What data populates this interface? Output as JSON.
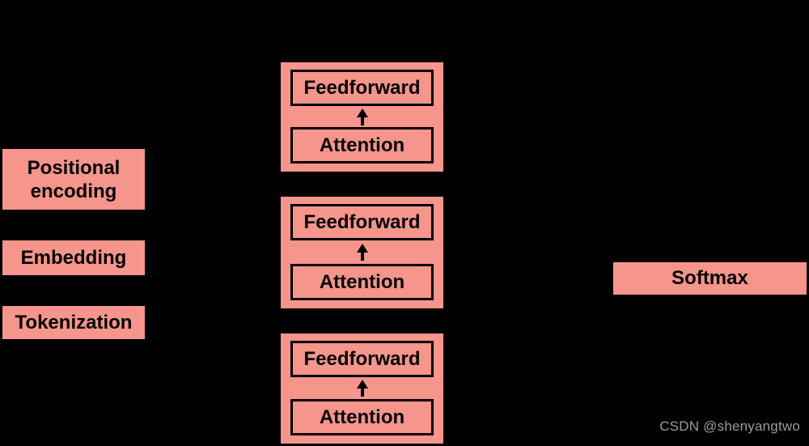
{
  "colors": {
    "background": "#000000",
    "box_fill": "#F6958B",
    "box_border": "#000000",
    "box_text": "#000000",
    "watermark_text": "#9A9A9A"
  },
  "left_column": {
    "positional_encoding_line1": "Positional",
    "positional_encoding_line2": "encoding",
    "embedding": "Embedding",
    "tokenization": "Tokenization"
  },
  "encoder_blocks": [
    {
      "feedforward": "Feedforward",
      "attention": "Attention"
    },
    {
      "feedforward": "Feedforward",
      "attention": "Attention"
    },
    {
      "feedforward": "Feedforward",
      "attention": "Attention"
    }
  ],
  "output": {
    "softmax": "Softmax"
  },
  "watermark": "CSDN @shenyangtwo"
}
